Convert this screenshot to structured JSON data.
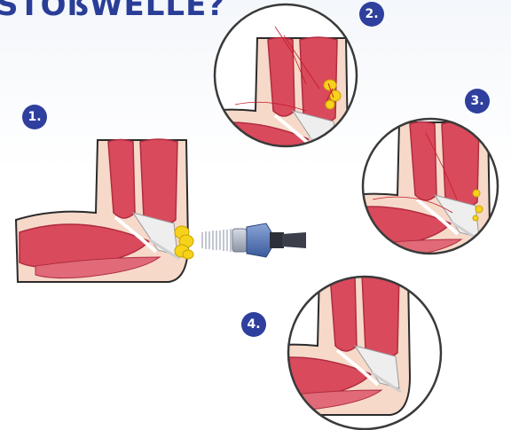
{
  "header": {
    "title": "STOßWELLE?"
  },
  "steps": [
    {
      "label": "1."
    },
    {
      "label": "2."
    },
    {
      "label": "3."
    },
    {
      "label": "4."
    }
  ],
  "colors": {
    "muscle": "#d94a5c",
    "muscle_dark": "#b02c40",
    "skin": "#f6d9c9",
    "skin_outline": "#2b2b2b",
    "tendon": "#eeeeee",
    "inflammation": "#f7d21a",
    "badge": "#2e3f9e",
    "circle_outline": "#3a3a3a"
  },
  "icons": [
    "elbow-illustration",
    "shockwave-applicator-icon"
  ]
}
